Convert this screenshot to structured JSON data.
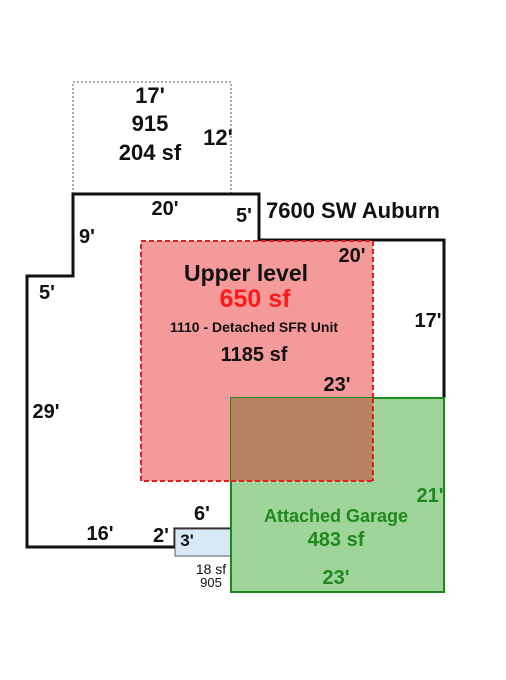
{
  "address": "7600 SW Auburn",
  "colors": {
    "outline": "#111111",
    "upper_fill": "#f59a9a",
    "upper_stroke": "#e02020",
    "upper_area": "#ff1a1a",
    "garage_fill": "#9fd49a",
    "garage_stroke": "#1e8a1e",
    "garage_text": "#1e8a1e",
    "overlap_fill": "#b98265",
    "porch_fill": "#d9e8f5"
  },
  "patio": {
    "width": "17'",
    "code": "915",
    "area": "204 sf",
    "depth": "12'"
  },
  "main": {
    "top_width": "20'",
    "jog": "5'",
    "left_upper": "9'",
    "left_step": "5'",
    "left": "29'",
    "bottom_left": "16'",
    "bottom_step": "2'",
    "right_top": "20'",
    "right": "17'",
    "mid_bottom": "23'",
    "garage_notch": "6'",
    "code_label": "1110 - Detached SFR Unit",
    "area": "1185 sf"
  },
  "upper": {
    "title": "Upper level",
    "area": "650 sf"
  },
  "garage": {
    "title": "Attached Garage",
    "area": "483 sf",
    "side": "21'",
    "bottom": "23'"
  },
  "porch": {
    "depth": "3'",
    "area": "18 sf",
    "code": "905"
  }
}
